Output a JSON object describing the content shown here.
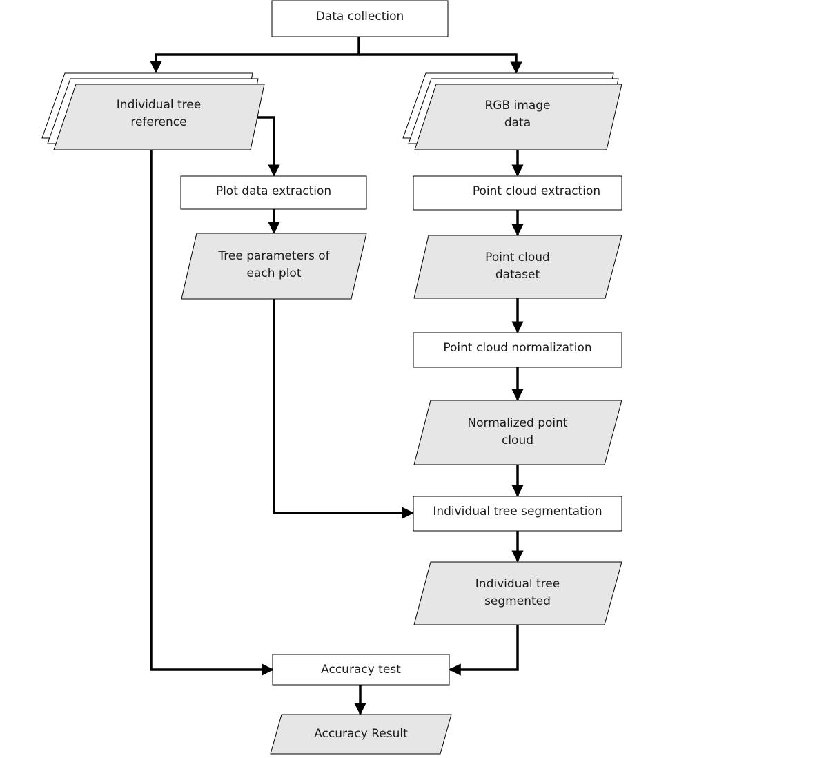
{
  "nodes": {
    "data_collection": "Data collection",
    "individual_tree_reference": "Individual tree\nreference",
    "rgb_image_data": "RGB image\ndata",
    "plot_data_extraction": "Plot data extraction",
    "point_cloud_extraction": "Point cloud extraction",
    "tree_parameters": "Tree parameters of\neach plot",
    "point_cloud_dataset": "Point cloud\ndataset",
    "point_cloud_normalization": "Point cloud normalization",
    "normalized_point_cloud": "Normalized point\ncloud",
    "individual_tree_segmentation": "Individual tree segmentation",
    "individual_tree_segmented": "Individual tree\nsegmented",
    "accuracy_test": "Accuracy test",
    "accuracy_result": "Accuracy Result"
  },
  "colors": {
    "process_fill": "#ffffff",
    "data_fill": "#e6e6e6",
    "stroke": "#000000"
  }
}
